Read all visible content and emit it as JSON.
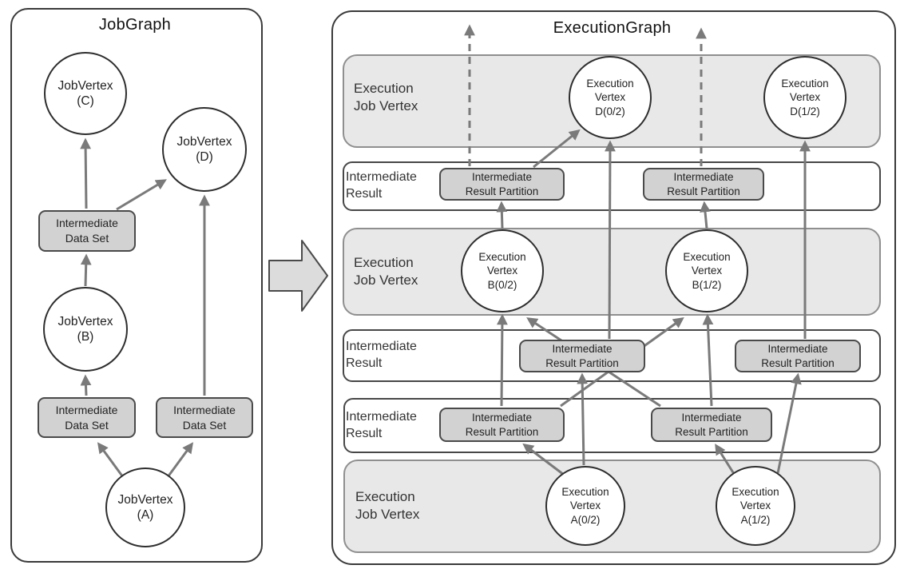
{
  "jobgraph": {
    "title": "JobGraph",
    "vertices": [
      {
        "id": "C",
        "label": "JobVertex\n(C)"
      },
      {
        "id": "D",
        "label": "JobVertex\n(D)"
      },
      {
        "id": "B",
        "label": "JobVertex\n(B)"
      },
      {
        "id": "A",
        "label": "JobVertex\n(A)"
      }
    ],
    "datasets": [
      {
        "label": "Intermediate\nData Set"
      },
      {
        "label": "Intermediate\nData Set"
      },
      {
        "label": "Intermediate\nData Set"
      }
    ]
  },
  "executiongraph": {
    "title": "ExecutionGraph",
    "bands": [
      {
        "type": "execution-job-vertex",
        "label": "Execution\nJob Vertex"
      },
      {
        "type": "intermediate-result",
        "label": "Intermediate\nResult"
      },
      {
        "type": "execution-job-vertex",
        "label": "Execution\nJob Vertex"
      },
      {
        "type": "intermediate-result",
        "label": "Intermediate\nResult"
      },
      {
        "type": "intermediate-result",
        "label": "Intermediate\nResult"
      },
      {
        "type": "execution-job-vertex",
        "label": "Execution\nJob Vertex"
      }
    ],
    "vertices": [
      {
        "id": "D(0/2)",
        "label": "Execution\nVertex\nD(0/2)"
      },
      {
        "id": "D(1/2)",
        "label": "Execution\nVertex\nD(1/2)"
      },
      {
        "id": "B(0/2)",
        "label": "Execution\nVertex\nB(0/2)"
      },
      {
        "id": "B(1/2)",
        "label": "Execution\nVertex\nB(1/2)"
      },
      {
        "id": "A(0/2)",
        "label": "Execution\nVertex\nA(0/2)"
      },
      {
        "id": "A(1/2)",
        "label": "Execution\nVertex\nA(1/2)"
      }
    ],
    "partitions": [
      {
        "label": "Intermediate\nResult Partition"
      },
      {
        "label": "Intermediate\nResult Partition"
      },
      {
        "label": "Intermediate\nResult Partition"
      },
      {
        "label": "Intermediate\nResult Partition"
      },
      {
        "label": "Intermediate\nResult Partition"
      },
      {
        "label": "Intermediate\nResult Partition"
      }
    ]
  },
  "colors": {
    "band_gray_fill": "#e8e8e8",
    "box_gray_fill": "#d2d2d2",
    "arrow_gray": "#7a7a7a",
    "border_dark": "#2e2e2e"
  }
}
